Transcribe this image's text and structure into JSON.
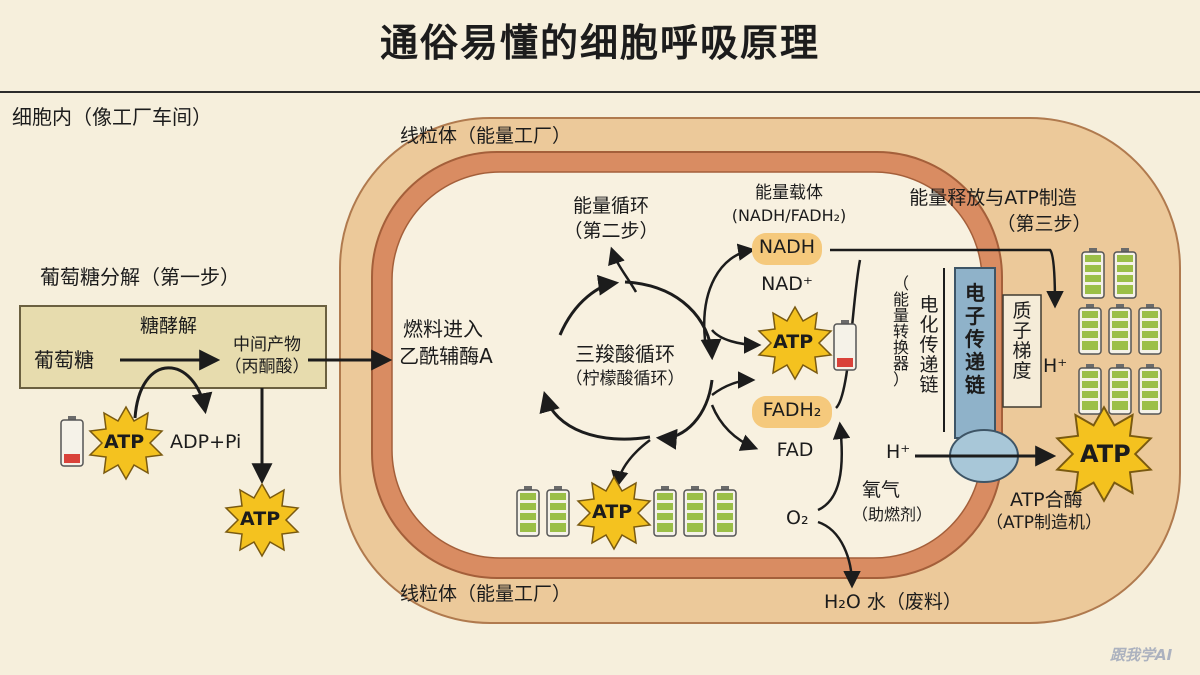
{
  "title": "通俗易懂的细胞呼吸原理",
  "cell_label": "细胞内（像工厂车间）",
  "mito_label_top": "线粒体（能量工厂）",
  "mito_label_bottom": "线粒体（能量工厂）",
  "glycolysis": {
    "step_title": "葡萄糖分解（第一步）",
    "process": "糖酵解",
    "input": "葡萄糖",
    "intermediate_line1": "中间产物",
    "intermediate_line2": "（丙酮酸）",
    "adp": "ADP+Pi",
    "atp": "ATP"
  },
  "fuel": {
    "line1": "燃料进入",
    "line2": "乙酰辅酶A"
  },
  "energy_cycle": {
    "line1": "能量循环",
    "line2": "（第二步）"
  },
  "krebs": {
    "line1": "三羧酸循环",
    "line2": "（柠檬酸循环）"
  },
  "carriers": {
    "title_line1": "能量载体",
    "title_line2": "(NADH/FADH₂)",
    "nadh": "NADH",
    "nad": "NAD⁺",
    "fadh2": "FADH₂",
    "fad": "FAD"
  },
  "oxygen": {
    "name": "氧气",
    "role": "（助燃剂）",
    "formula": "O₂"
  },
  "water": "H₂O 水（废料）",
  "step3": {
    "line1": "能量释放与ATP制造",
    "line2": "（第三步）"
  },
  "etc": {
    "label": "电子传递链",
    "side_label": "电化传递链",
    "paren_label": "（能量转换器）",
    "gradient_label": "质子梯度",
    "h_plus": "H⁺"
  },
  "synthase": {
    "name": "ATP合酶",
    "desc": "（ATP制造机）"
  },
  "atp_label": "ATP",
  "watermark": "跟我学AI",
  "colors": {
    "background": "#f6efdc",
    "cell_fill": "#ecc99a",
    "membrane": "#d98c62",
    "matrix": "#f8f1e0",
    "atp_star": "#f4c21f",
    "synthase": "#a8c7d8",
    "battery_green": "#9bbf47",
    "battery_red": "#d9423a"
  }
}
